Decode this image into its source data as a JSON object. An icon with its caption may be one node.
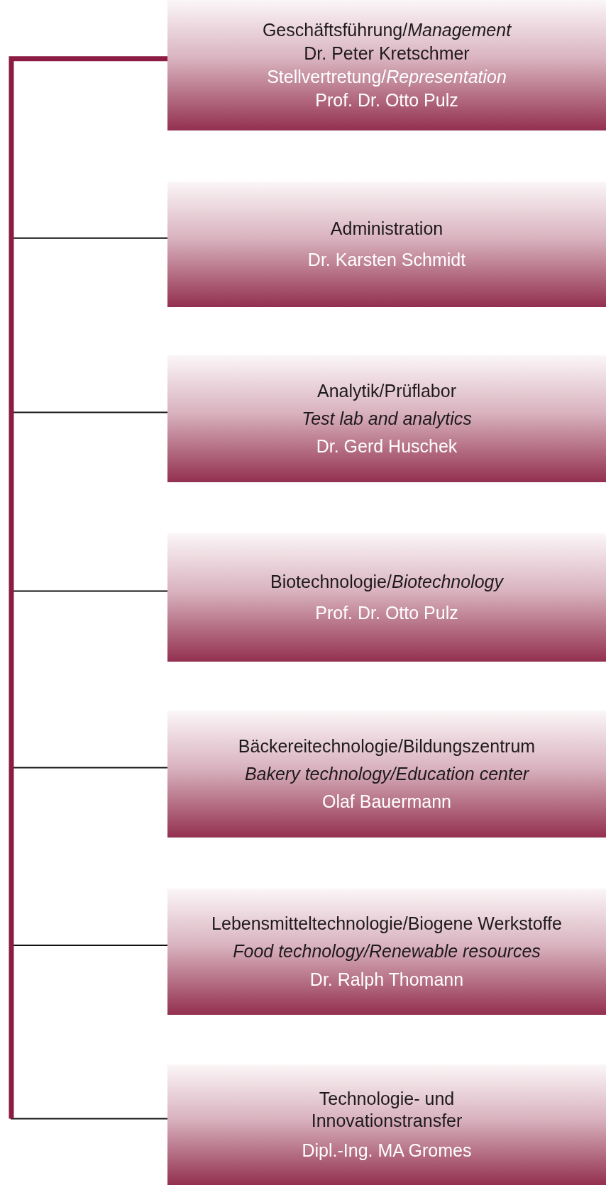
{
  "diagram": {
    "nodes": [
      {
        "text": [
          "Geschäftsführung/*Management*",
          "Dr. Peter Kretschmer",
          "Stellvertretung/*Representation*",
          "Prof. Dr. Otto Pulz"
        ]
      },
      {
        "text": [
          "Administration",
          "Dr. Karsten Schmidt"
        ]
      },
      {
        "text": [
          "Analytik/Prüflabor",
          "*Test lab and analytics*",
          "Dr. Gerd Huschek"
        ]
      },
      {
        "text": [
          "Biotechnologie/*Biotechnology*",
          "Prof. Dr. Otto Pulz"
        ]
      },
      {
        "text": [
          "Bäckereitechnologie/Bildungszentrum",
          "*Bakery technology/Education center*",
          "Olaf Bauermann"
        ]
      },
      {
        "text": [
          "Lebensmitteltechnologie/Biogene Werkstoffe",
          "*Food technology/Renewable resources*",
          "Dr. Ralph Thomann"
        ]
      },
      {
        "text": [
          "Technologie- und Innovationstransfer",
          "Dipl.-Ing. MA Gromes"
        ]
      }
    ],
    "edges": [
      {
        "from": 0,
        "to": 1,
        "arrow": "none"
      },
      {
        "from": 0,
        "to": 2,
        "arrow": "none"
      },
      {
        "from": 0,
        "to": 3,
        "arrow": "none"
      },
      {
        "from": 0,
        "to": 4,
        "arrow": "none"
      },
      {
        "from": 0,
        "to": 5,
        "arrow": "none"
      },
      {
        "from": 0,
        "to": 6,
        "arrow": "none"
      }
    ]
  }
}
